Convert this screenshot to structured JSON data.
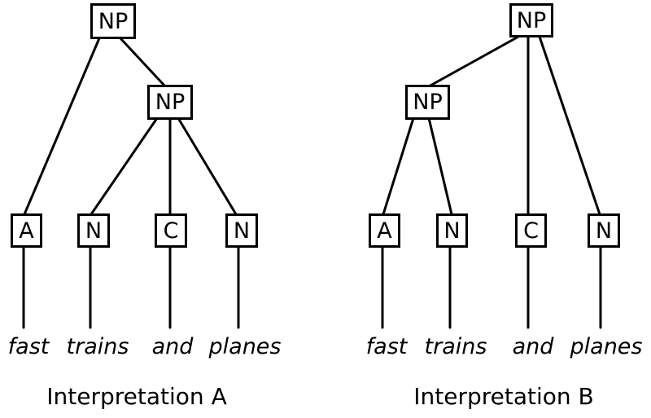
{
  "diagram": {
    "background": "#ffffff",
    "stroke_color": "#000000"
  },
  "trees": [
    {
      "caption": "Interpretation A",
      "nodes": {
        "root": "NP",
        "inner": "NP",
        "pos": [
          "A",
          "N",
          "C",
          "N"
        ]
      },
      "leaves": [
        "fast",
        "trains",
        "and",
        "planes"
      ]
    },
    {
      "caption": "Interpretation B",
      "nodes": {
        "root": "NP",
        "inner": "NP",
        "pos": [
          "A",
          "N",
          "C",
          "N"
        ]
      },
      "leaves": [
        "fast",
        "trains",
        "and",
        "planes"
      ]
    }
  ]
}
